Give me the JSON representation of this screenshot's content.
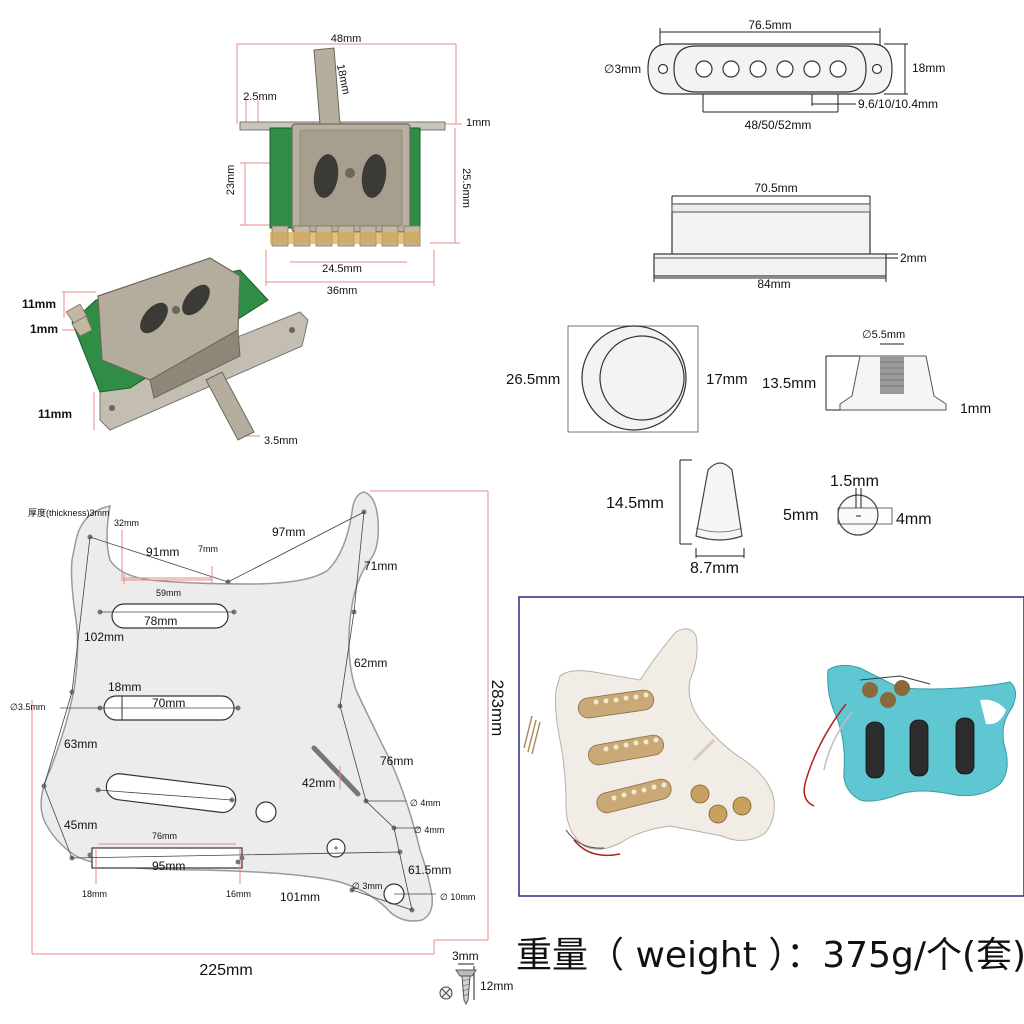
{
  "switch_dims": {
    "width_48": "48mm",
    "lever_18": "18mm",
    "tab_2_5": "2.5mm",
    "plate_1": "1mm",
    "height_23": "23mm",
    "height_25_5": "25.5mm",
    "pins_24_5": "24.5mm",
    "base_36": "36mm",
    "side_11_top": "11mm",
    "side_1": "1mm",
    "side_11_bottom": "11mm",
    "lever_3_5": "3.5mm"
  },
  "pickup_top_dims": {
    "length": "76.5mm",
    "hole": "∅3mm",
    "height": "18mm",
    "pole_spacing": "48/50/52mm",
    "pole_dia": "9.6/10/10.4mm"
  },
  "pickup_side_dims": {
    "top": "70.5mm",
    "base_thickness": "2mm",
    "base": "84mm"
  },
  "knob_dims": {
    "outer": "26.5mm",
    "inner": "17mm",
    "height": "13.5mm",
    "shaft": "∅5.5mm",
    "base": "1mm"
  },
  "tip_dims": {
    "height": "14.5mm",
    "width": "8.7mm",
    "slot_top": "1.5mm",
    "outer": "5mm",
    "inner": "4mm"
  },
  "pickguard_dims": {
    "thickness": "厚度(thickness)3mm",
    "d32": "32mm",
    "d91": "91mm",
    "d7": "7mm",
    "d97": "97mm",
    "d59": "59mm",
    "d71": "71mm",
    "d78": "78mm",
    "d102": "102mm",
    "d62": "62mm",
    "d18a": "18mm",
    "d70": "70mm",
    "d3_5": "∅3.5mm",
    "d63": "63mm",
    "d76a": "76mm",
    "d42": "42mm",
    "d4a": "∅ 4mm",
    "d45": "45mm",
    "d4b": "∅ 4mm",
    "d76b": "76mm",
    "d95": "95mm",
    "d61_5": "61.5mm",
    "d18b": "18mm",
    "d16": "16mm",
    "d3": "∅ 3mm",
    "d10": "∅ 10mm",
    "d101": "101mm",
    "d283": "283mm",
    "d225": "225mm"
  },
  "screw_dims": {
    "head": "3mm",
    "length": "12mm"
  },
  "weight_text": "重量（ weight ）：375g/个(套)"
}
